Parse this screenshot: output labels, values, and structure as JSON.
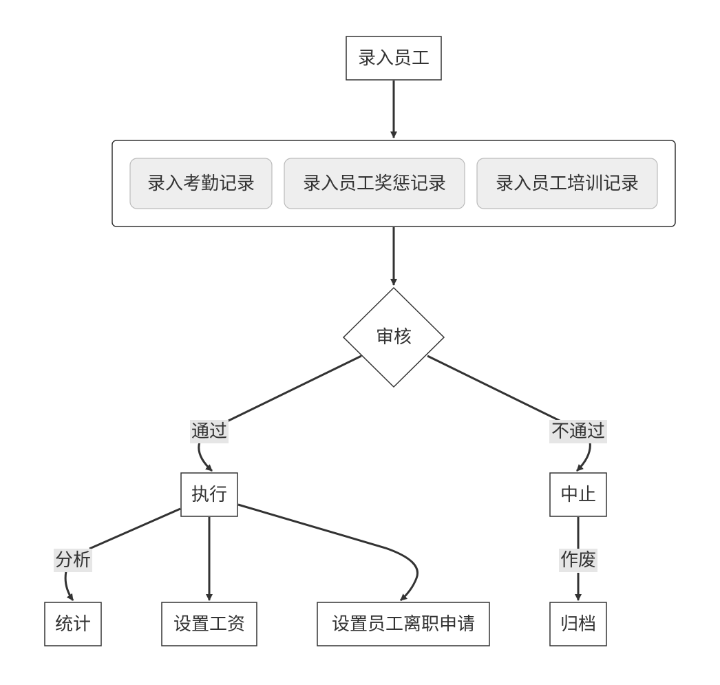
{
  "nodes": {
    "enter_employee": "录入员工",
    "attendance": "录入考勤记录",
    "reward_punish": "录入员工奖惩记录",
    "training": "录入员工培训记录",
    "review": "审核",
    "execute": "执行",
    "suspend": "中止",
    "statistics": "统计",
    "set_salary": "设置工资",
    "resign_request": "设置员工离职申请",
    "archive": "归档"
  },
  "edges": {
    "pass": "通过",
    "fail": "不通过",
    "analyze": "分析",
    "void": "作废"
  }
}
